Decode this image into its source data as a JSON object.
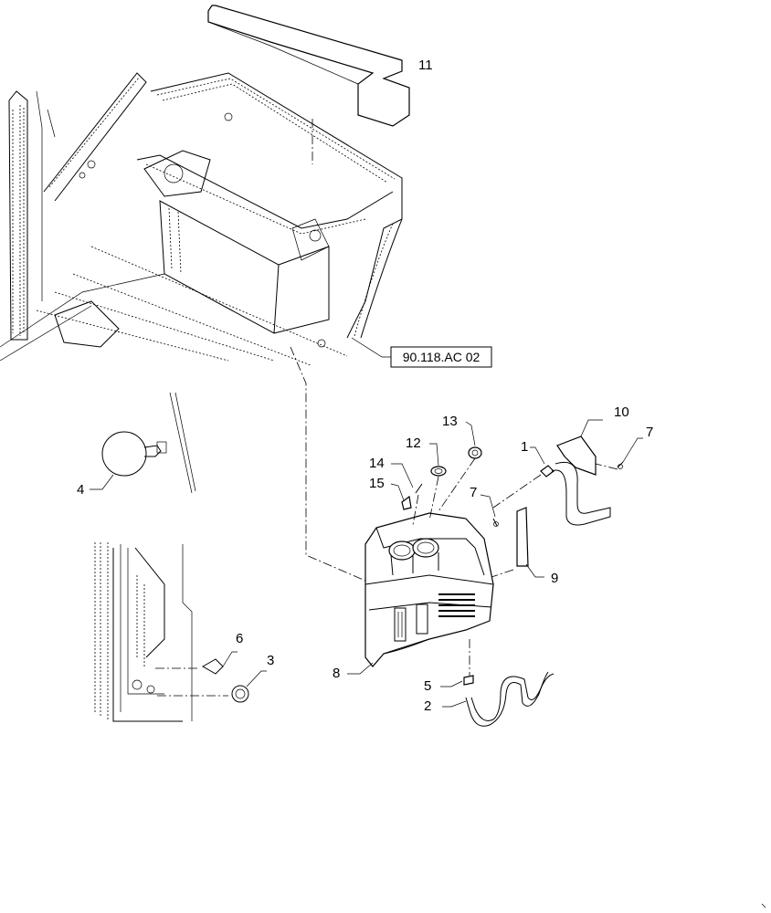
{
  "reference_label": "90.118.AC 02",
  "callouts": {
    "c1": "1",
    "c2": "2",
    "c3": "3",
    "c4": "4",
    "c5": "5",
    "c6": "6",
    "c7a": "7",
    "c7b": "7",
    "c8": "8",
    "c9": "9",
    "c10": "10",
    "c11": "11",
    "c12": "12",
    "c13": "13",
    "c14": "14",
    "c15": "15"
  }
}
